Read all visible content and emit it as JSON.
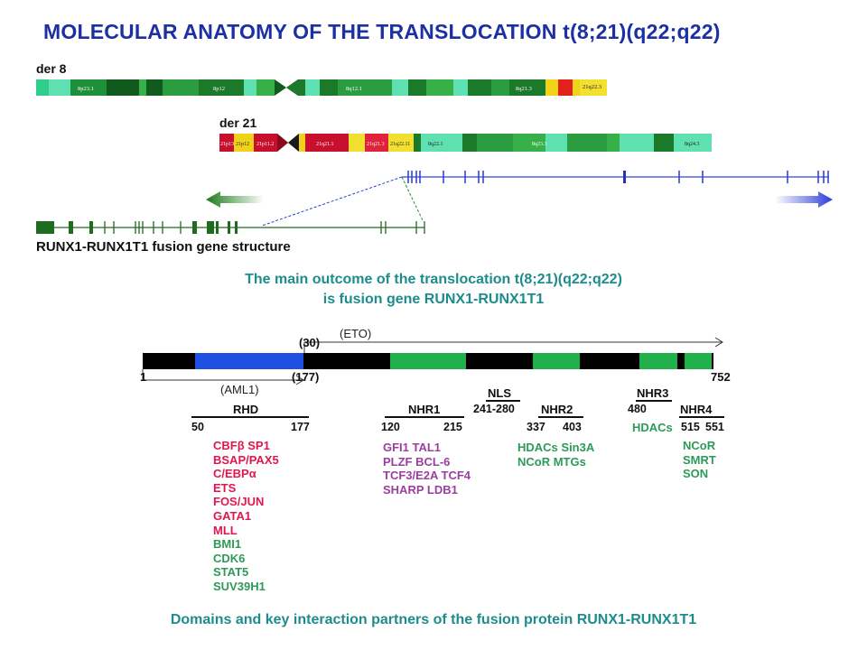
{
  "title": "MOLECULAR ANATOMY OF THE TRANSLOCATION t(8;21)(q22;q22)",
  "der8": {
    "label": "der 8",
    "bands": [
      "8p23.1",
      "8p12",
      "8q12.1",
      "8q21.3",
      "21q22.3"
    ]
  },
  "der21": {
    "label": "der 21",
    "bands": [
      "21p13",
      "21p12",
      "21p11.2",
      "21q21.1",
      "21q21.3",
      "21q22.11",
      "8q22.1",
      "8q23.3",
      "8q24.3"
    ]
  },
  "fusion_gene_label": "RUNX1-RUNX1T1 fusion gene structure",
  "outcome_line1": "The main outcome of the translocation t(8;21)(q22;q22)",
  "outcome_line2": "is fusion gene RUNX1-RUNX1T1",
  "protein": {
    "eto_label": "(ETO)",
    "eto_start": "(30)",
    "aml1_label": "(AML1)",
    "aml1_end": "(177)",
    "start": "1",
    "end": "752"
  },
  "domains": [
    {
      "name": "RHD",
      "start": "50",
      "end": "177"
    },
    {
      "name": "NHR1",
      "start": "120",
      "end": "215"
    },
    {
      "name": "NLS",
      "range": "241-280"
    },
    {
      "name": "NHR2",
      "start": "337",
      "end": "403"
    },
    {
      "name": "NHR3",
      "start": "480",
      "end": ""
    },
    {
      "name": "NHR4",
      "start": "515",
      "end": "551"
    }
  ],
  "partners": {
    "rhd_red": [
      "CBFβ  SP1",
      "BSAP/PAX5",
      "C/EBPα",
      "ETS",
      "FOS/JUN",
      "GATA1",
      "MLL"
    ],
    "rhd_green": [
      "BMI1",
      "CDK6",
      "STAT5",
      "SUV39H1"
    ],
    "nhr1": [
      "GFI1  TAL1",
      "PLZF  BCL-6",
      "TCF3/E2A  TCF4",
      "SHARP  LDB1"
    ],
    "nhr2": [
      "HDACs  Sin3A",
      "NCoR    MTGs"
    ],
    "nhr3": [
      "HDACs"
    ],
    "nhr4": [
      "NCoR",
      "SMRT",
      "SON"
    ]
  },
  "caption": "Domains and key interaction partners of the fusion protein RUNX1-RUNX1T1",
  "colors": {
    "title": "#1c2fa3",
    "caption": "#1e8c8c",
    "red_partner": "#e0174e",
    "green_partner": "#2d9a57",
    "purple_partner": "#9a3fa0",
    "aml1_domain": "#1f4fe0",
    "eto_domain": "#22b04a",
    "runx1_gene": "#1f6b1f",
    "runx1t1_gene": "#3344dd"
  }
}
